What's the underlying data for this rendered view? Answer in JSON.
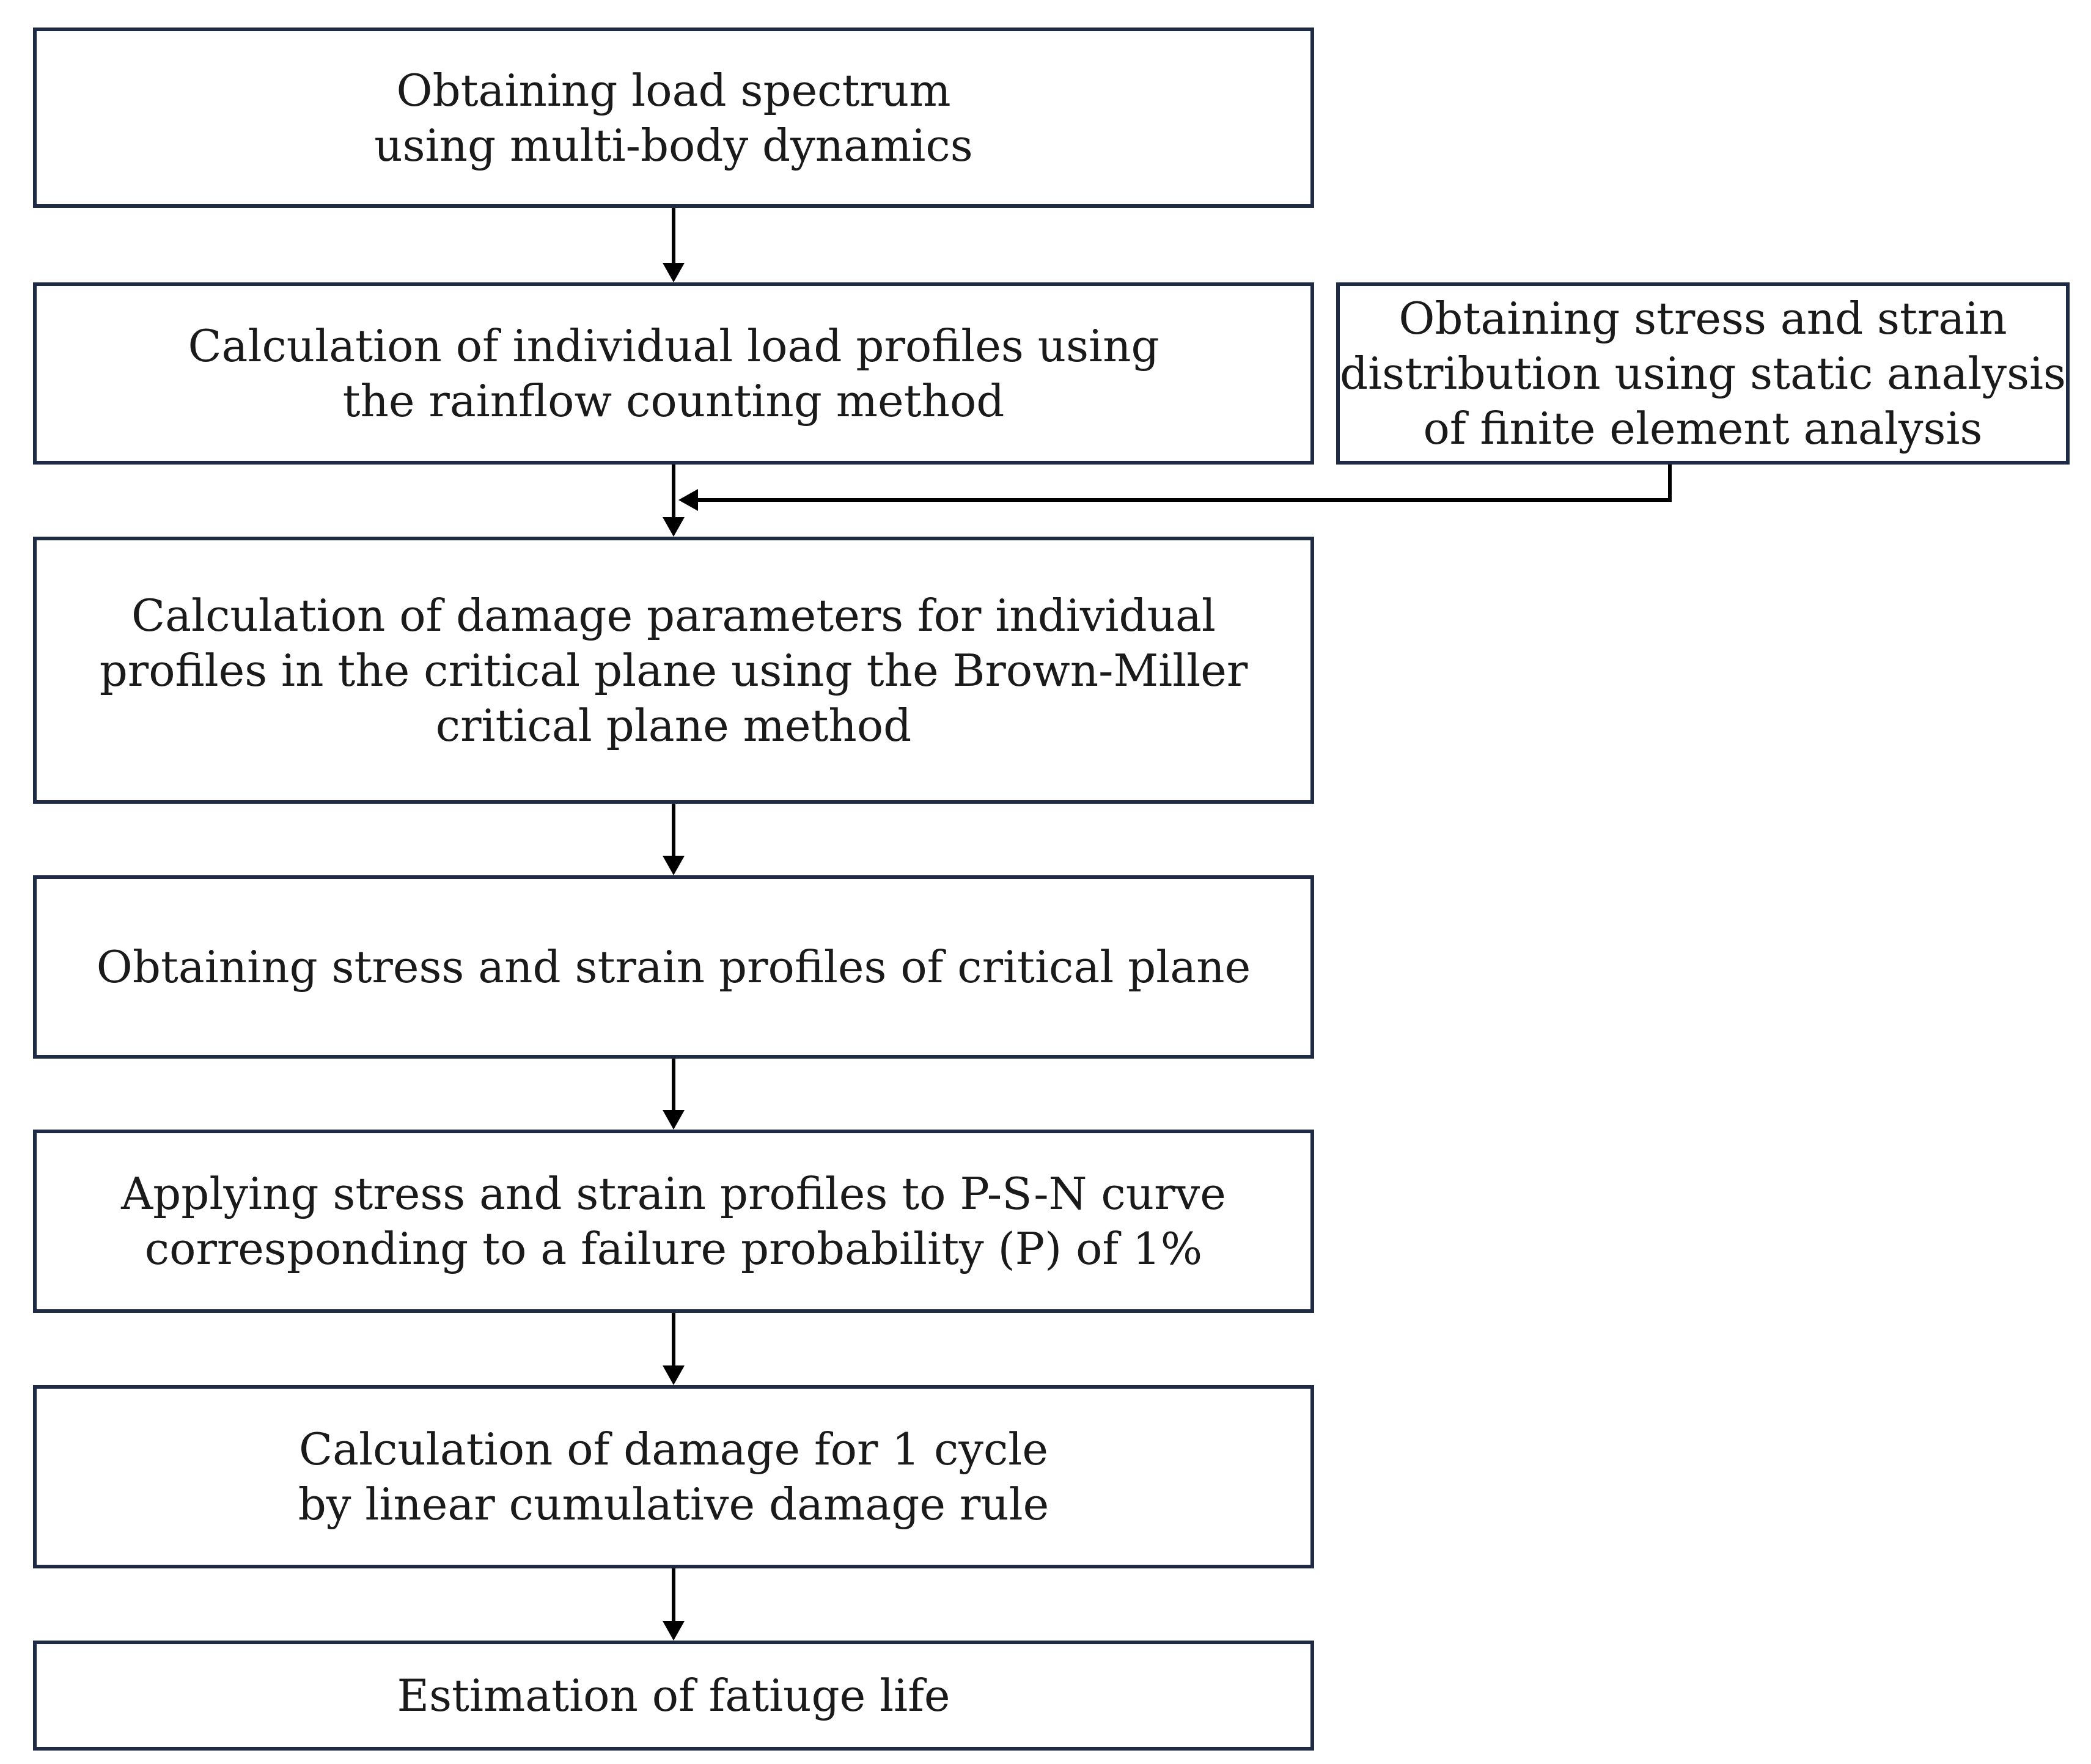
{
  "steps": [
    {
      "id": "step1",
      "lines": [
        "Obtaining load spectrum",
        "using multi-body dynamics"
      ]
    },
    {
      "id": "step2",
      "lines": [
        "Calculation of individual load profiles using",
        "the rainflow counting method"
      ]
    },
    {
      "id": "side",
      "lines": [
        "Obtaining stress and strain",
        "distribution using static analysis",
        "of finite element analysis"
      ]
    },
    {
      "id": "step3",
      "lines": [
        "Calculation of damage parameters for individual",
        "profiles in the critical plane using the Brown-Miller",
        "critical plane method"
      ]
    },
    {
      "id": "step4",
      "lines": [
        "Obtaining stress and strain profiles of critical plane"
      ]
    },
    {
      "id": "step5",
      "lines": [
        "Applying stress and strain profiles to P-S-N curve",
        "corresponding to a failure probability (P) of 1%"
      ]
    },
    {
      "id": "step6",
      "lines": [
        "Calculation of damage for 1 cycle",
        "by linear cumulative damage rule"
      ]
    },
    {
      "id": "step7",
      "lines": [
        "Estimation of fatiuge life"
      ]
    }
  ],
  "style": {
    "border_color": "#1f2a44",
    "arrow_color": "#000000",
    "text_color": "#1a1a1a"
  }
}
